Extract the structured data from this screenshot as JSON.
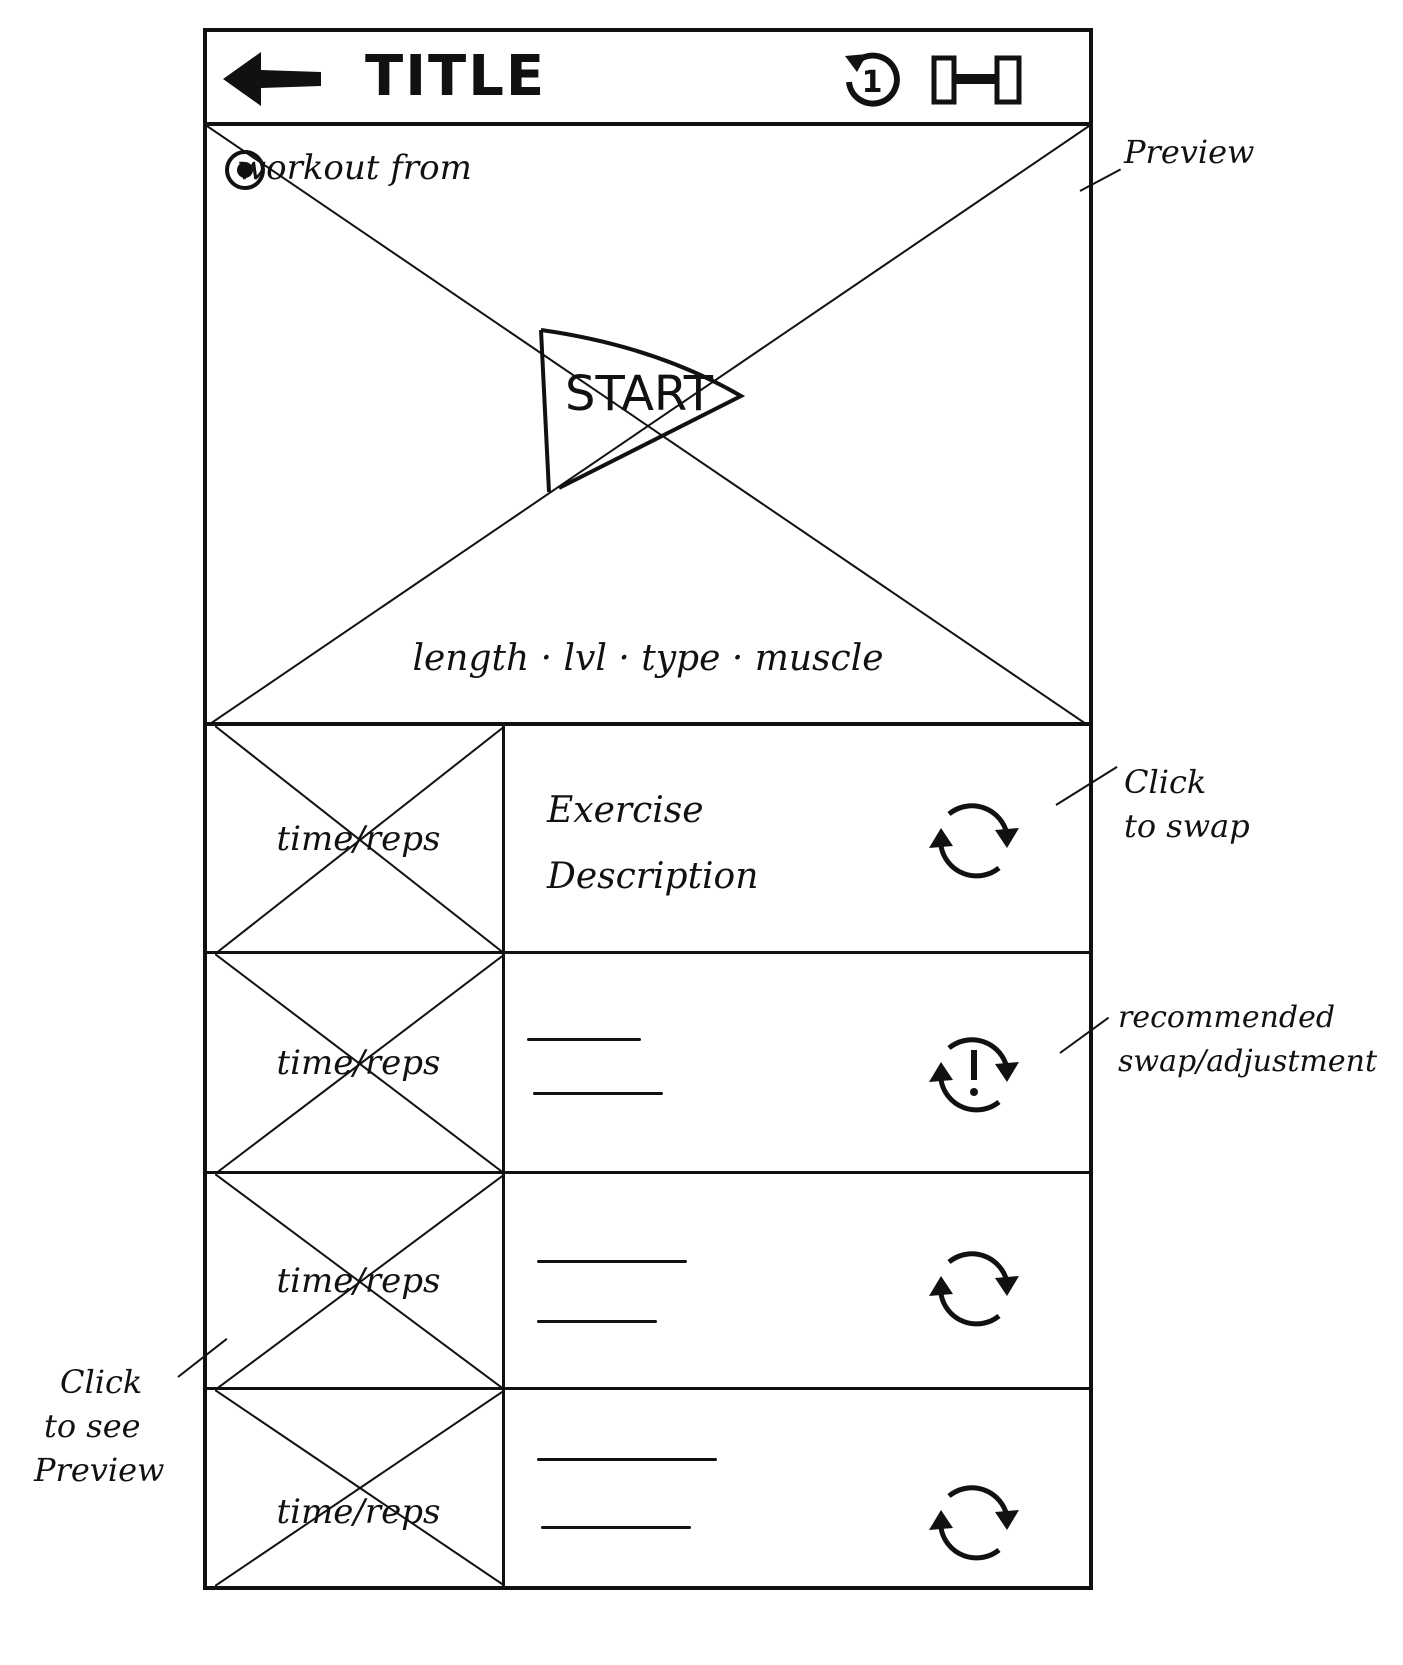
{
  "header": {
    "title": "TITLE",
    "back_icon": "arrow-left-icon",
    "repeat_icon": "repeat-one-icon",
    "equipment_icon": "dumbbell-icon"
  },
  "preview": {
    "source_label": "workout from",
    "start_label": "START",
    "meta": [
      "length",
      "lvl",
      "type",
      "muscle"
    ]
  },
  "exercises": [
    {
      "thumb_label": "time/reps",
      "title": "Exercise",
      "subtitle": "Description",
      "swap_icon": "swap-icon"
    },
    {
      "thumb_label": "time/reps",
      "swap_icon": "swap-alert-icon"
    },
    {
      "thumb_label": "time/reps",
      "swap_icon": "swap-icon"
    },
    {
      "thumb_label": "time/reps",
      "swap_icon": "swap-icon"
    }
  ],
  "annotations": {
    "preview": "Preview",
    "click_swap": [
      "Click",
      "to swap"
    ],
    "recommended": [
      "recommended",
      "swap/adjustment"
    ],
    "click_preview": [
      "Click",
      "to see",
      "Preview"
    ]
  }
}
